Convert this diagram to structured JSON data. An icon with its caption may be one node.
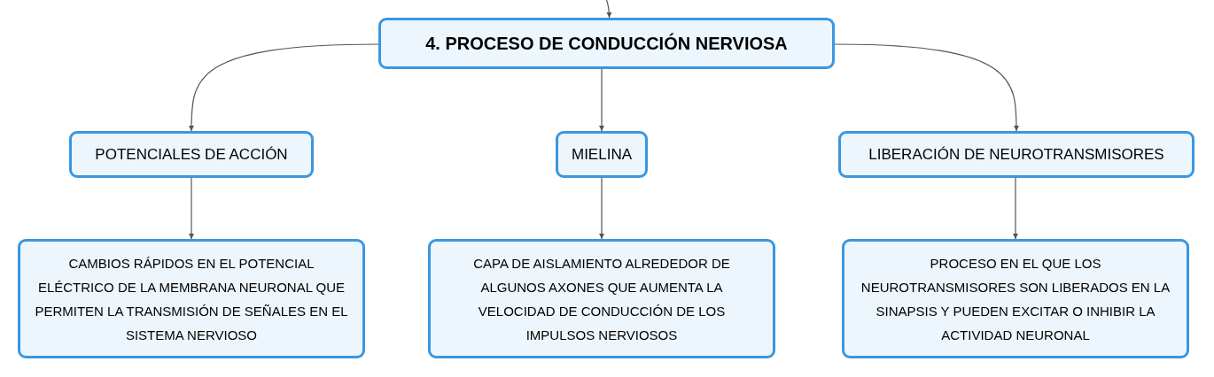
{
  "diagram": {
    "nodes": [
      {
        "text": [
          "4. PROCESO DE CONDUCCIÓN NERVIOSA"
        ]
      },
      {
        "text": [
          "POTENCIALES DE ACCIÓN"
        ]
      },
      {
        "text": [
          "MIELINA"
        ]
      },
      {
        "text": [
          "LIBERACIÓN DE NEUROTRANSMISORES"
        ]
      },
      {
        "text": [
          "CAMBIOS RÁPIDOS EN EL POTENCIAL ELÉCTRICO DE LA MEMBRANA NEURONAL QUE PERMITEN LA TRANSMISIÓN DE SEÑALES EN EL SISTEMA NERVIOSO"
        ]
      },
      {
        "text": [
          "CAPA DE AISLAMIENTO ALREDEDOR DE ALGUNOS AXONES QUE AUMENTA LA VELOCIDAD DE CONDUCCIÓN DE LOS IMPULSOS NERVIOSOS"
        ]
      },
      {
        "text": [
          "PROCESO EN EL QUE LOS NEUROTRANSMISORES SON LIBERADOS EN LA SINAPSIS Y PUEDEN EXCITAR O INHIBIR LA ACTIVIDAD NEURONAL"
        ]
      }
    ],
    "edges": [
      {
        "from": null,
        "to": 0,
        "arrow": "to"
      },
      {
        "from": 0,
        "to": 1,
        "arrow": "to"
      },
      {
        "from": 0,
        "to": 2,
        "arrow": "to"
      },
      {
        "from": 0,
        "to": 3,
        "arrow": "to"
      },
      {
        "from": 1,
        "to": 4,
        "arrow": "to"
      },
      {
        "from": 2,
        "to": 5,
        "arrow": "to"
      },
      {
        "from": 3,
        "to": 6,
        "arrow": "to"
      }
    ]
  }
}
